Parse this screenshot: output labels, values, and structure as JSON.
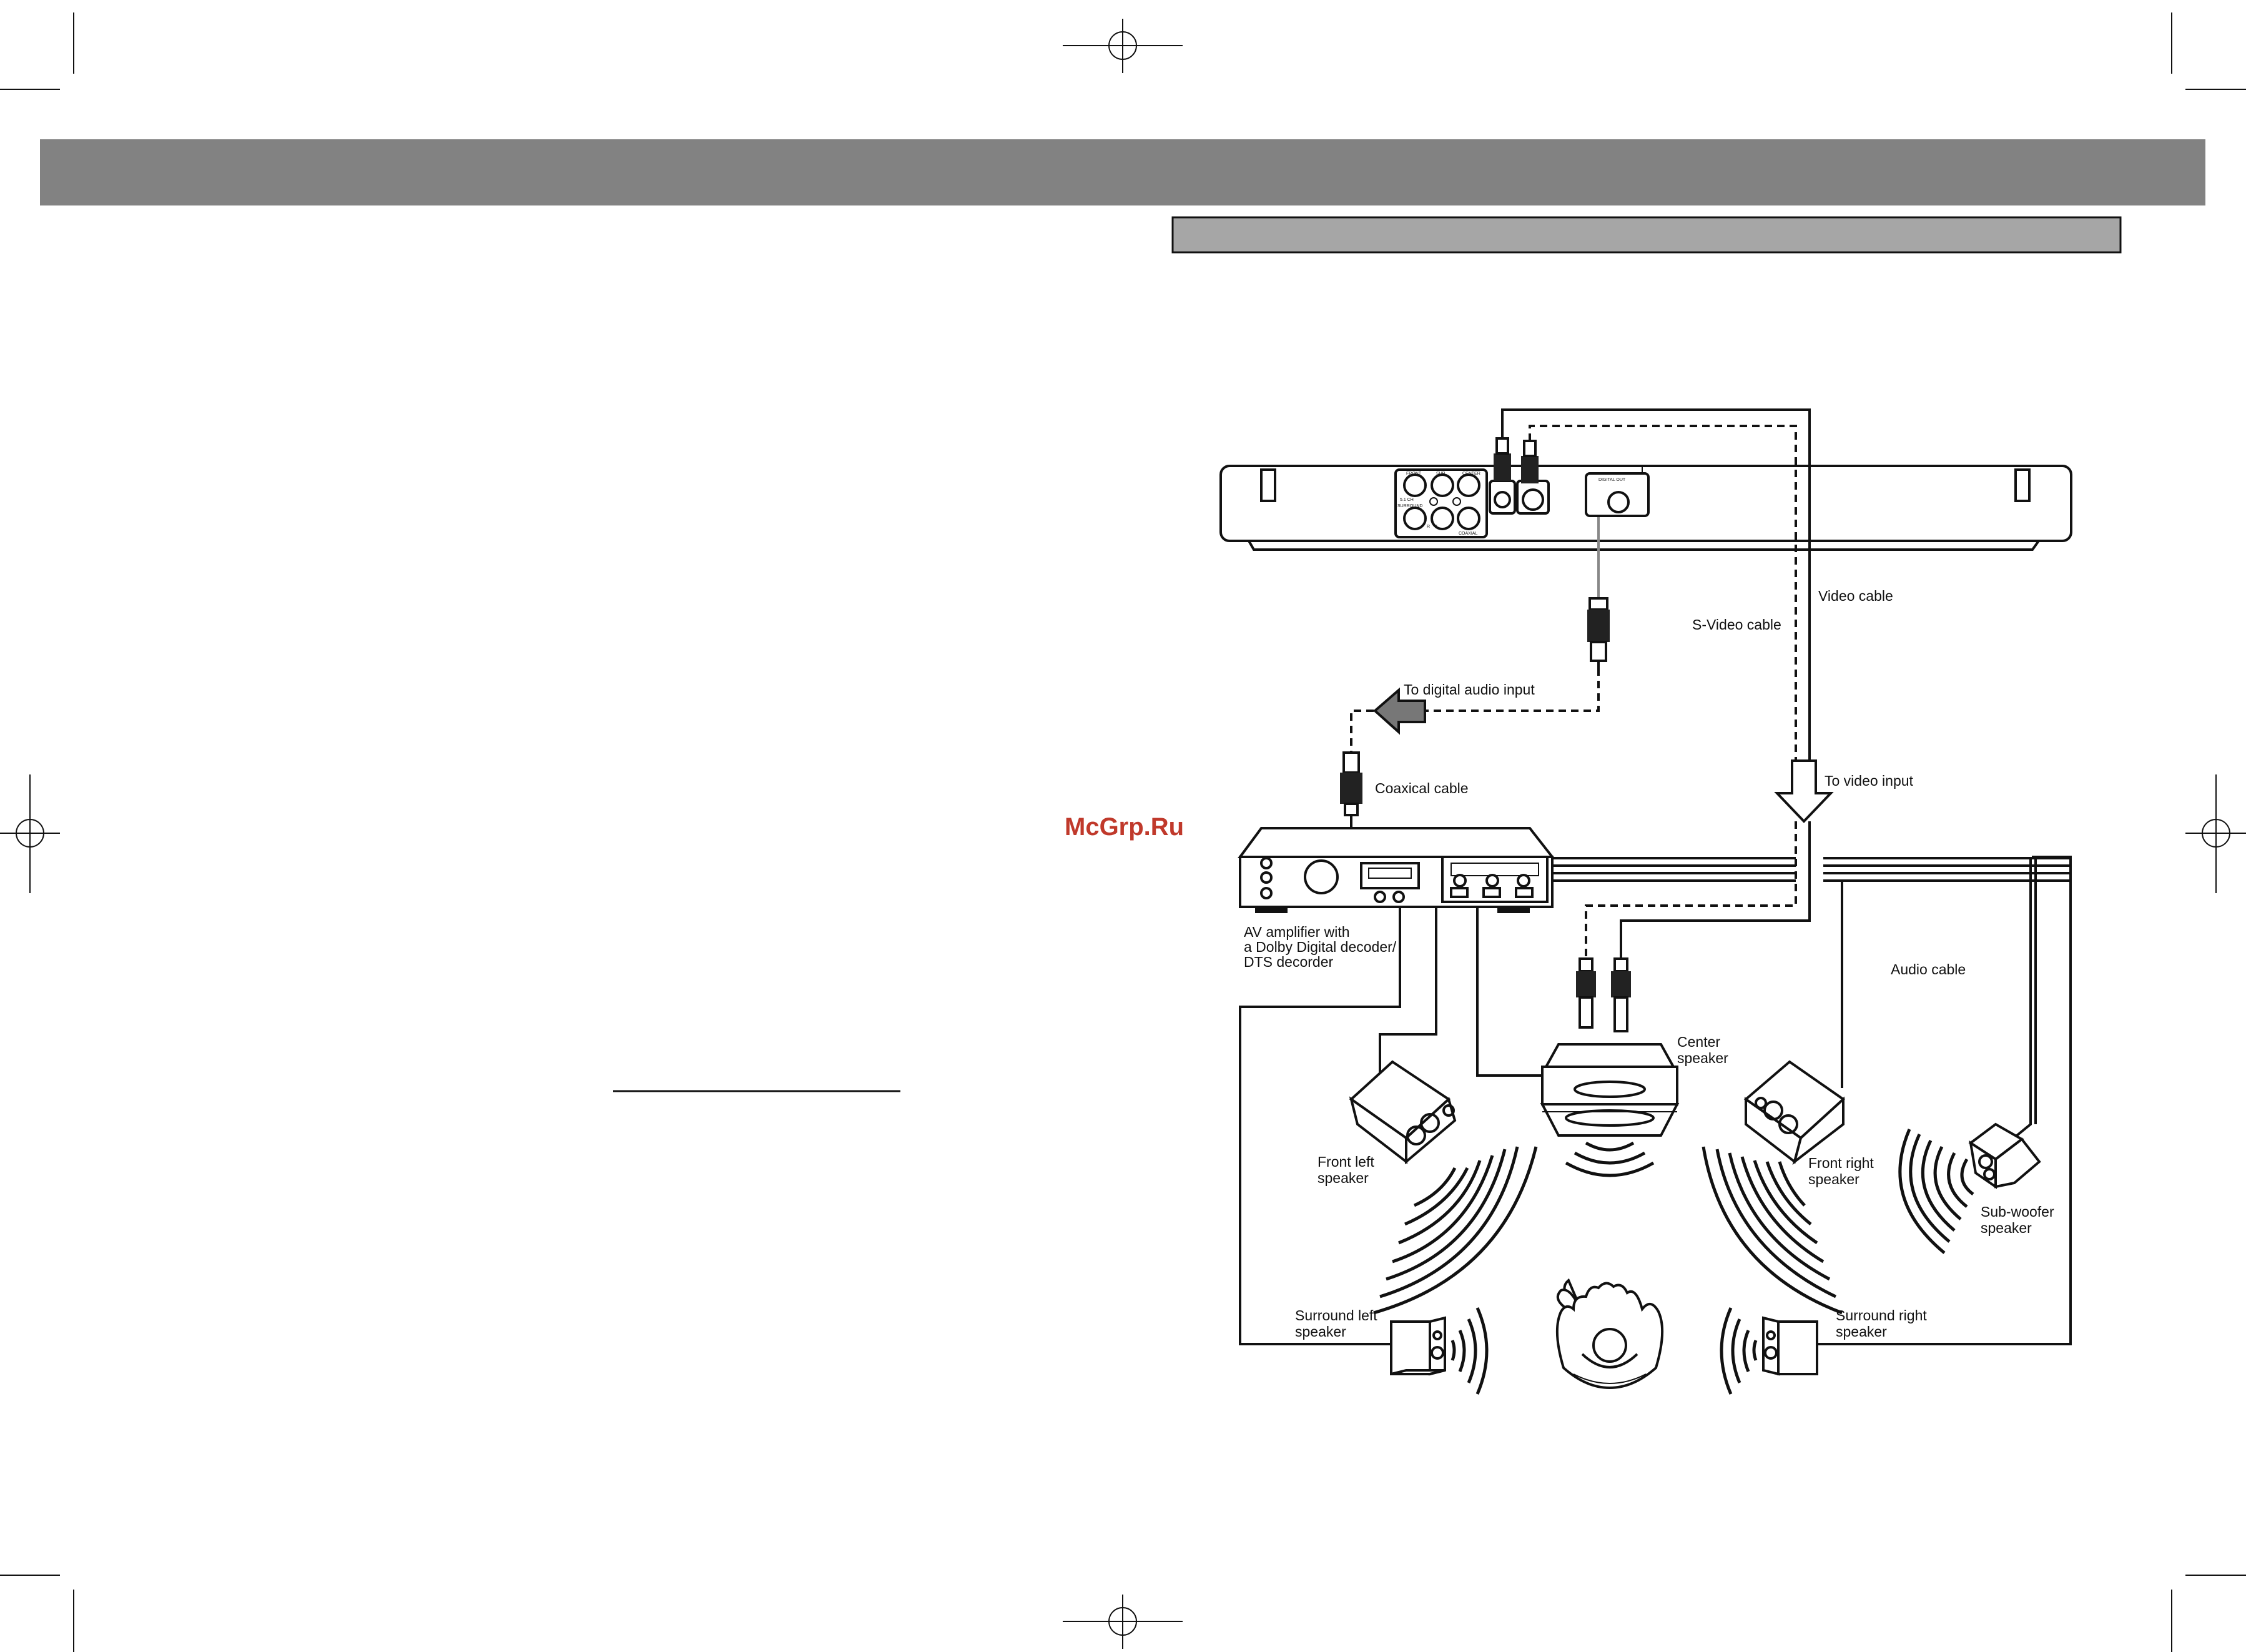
{
  "watermark": "McGrp.Ru",
  "colors": {
    "header_bar": "#828282",
    "section_bar": "#a6a6a6",
    "watermark": "#c0392b",
    "line": "#111111"
  },
  "labels": {
    "video_cable": "Video cable",
    "svideo_cable": "S-Video cable",
    "to_digital_audio": "To digital audio input",
    "coaxical_cable": "Coaxical cable",
    "to_video_input": "To video input",
    "amp_line1": "AV amplifier  with",
    "amp_line2": "a Dolby  Digital  decoder/",
    "amp_line3": "DTS decorder",
    "audio_cable": "Audio cable",
    "center_l1": "Center",
    "center_l2": "speaker",
    "front_left_l1": "Front left",
    "front_left_l2": "speaker",
    "front_right_l1": "Front right",
    "front_right_l2": "speaker",
    "sub_l1": "Sub-woofer",
    "sub_l2": "speaker",
    "surr_left_l1": "Surround left",
    "surr_left_l2": "speaker",
    "surr_right_l1": "Surround right",
    "surr_right_l2": "speaker"
  },
  "player_panel": {
    "p1": "FRONT",
    "p2": "SUB",
    "p3": "CENTER",
    "p4": "5.1 CH",
    "p5": "SURROUND",
    "p6": "R",
    "p7": "L",
    "p8": "DIGITAL OUT",
    "p9": "COAXIAL"
  }
}
